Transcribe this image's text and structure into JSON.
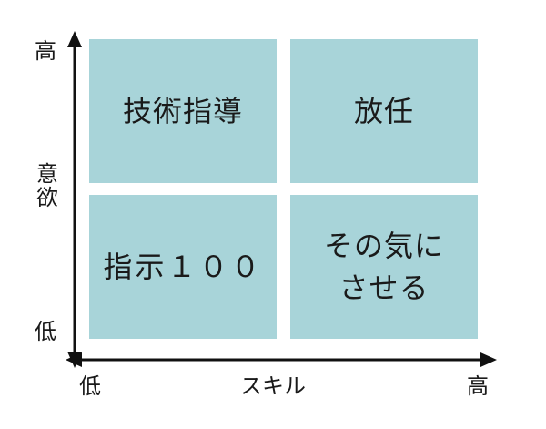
{
  "quadrants": {
    "top_left": "技術指導",
    "top_right": "放任",
    "bottom_left": "指示１００",
    "bottom_right_line1": "その気に",
    "bottom_right_line2": "させる"
  },
  "y_axis": {
    "high": "高",
    "name": "意欲",
    "low": "低"
  },
  "x_axis": {
    "low": "低",
    "name": "スキル",
    "high": "高"
  },
  "colors": {
    "quadrant_fill": "#a8d4d9",
    "axis": "#111111"
  }
}
